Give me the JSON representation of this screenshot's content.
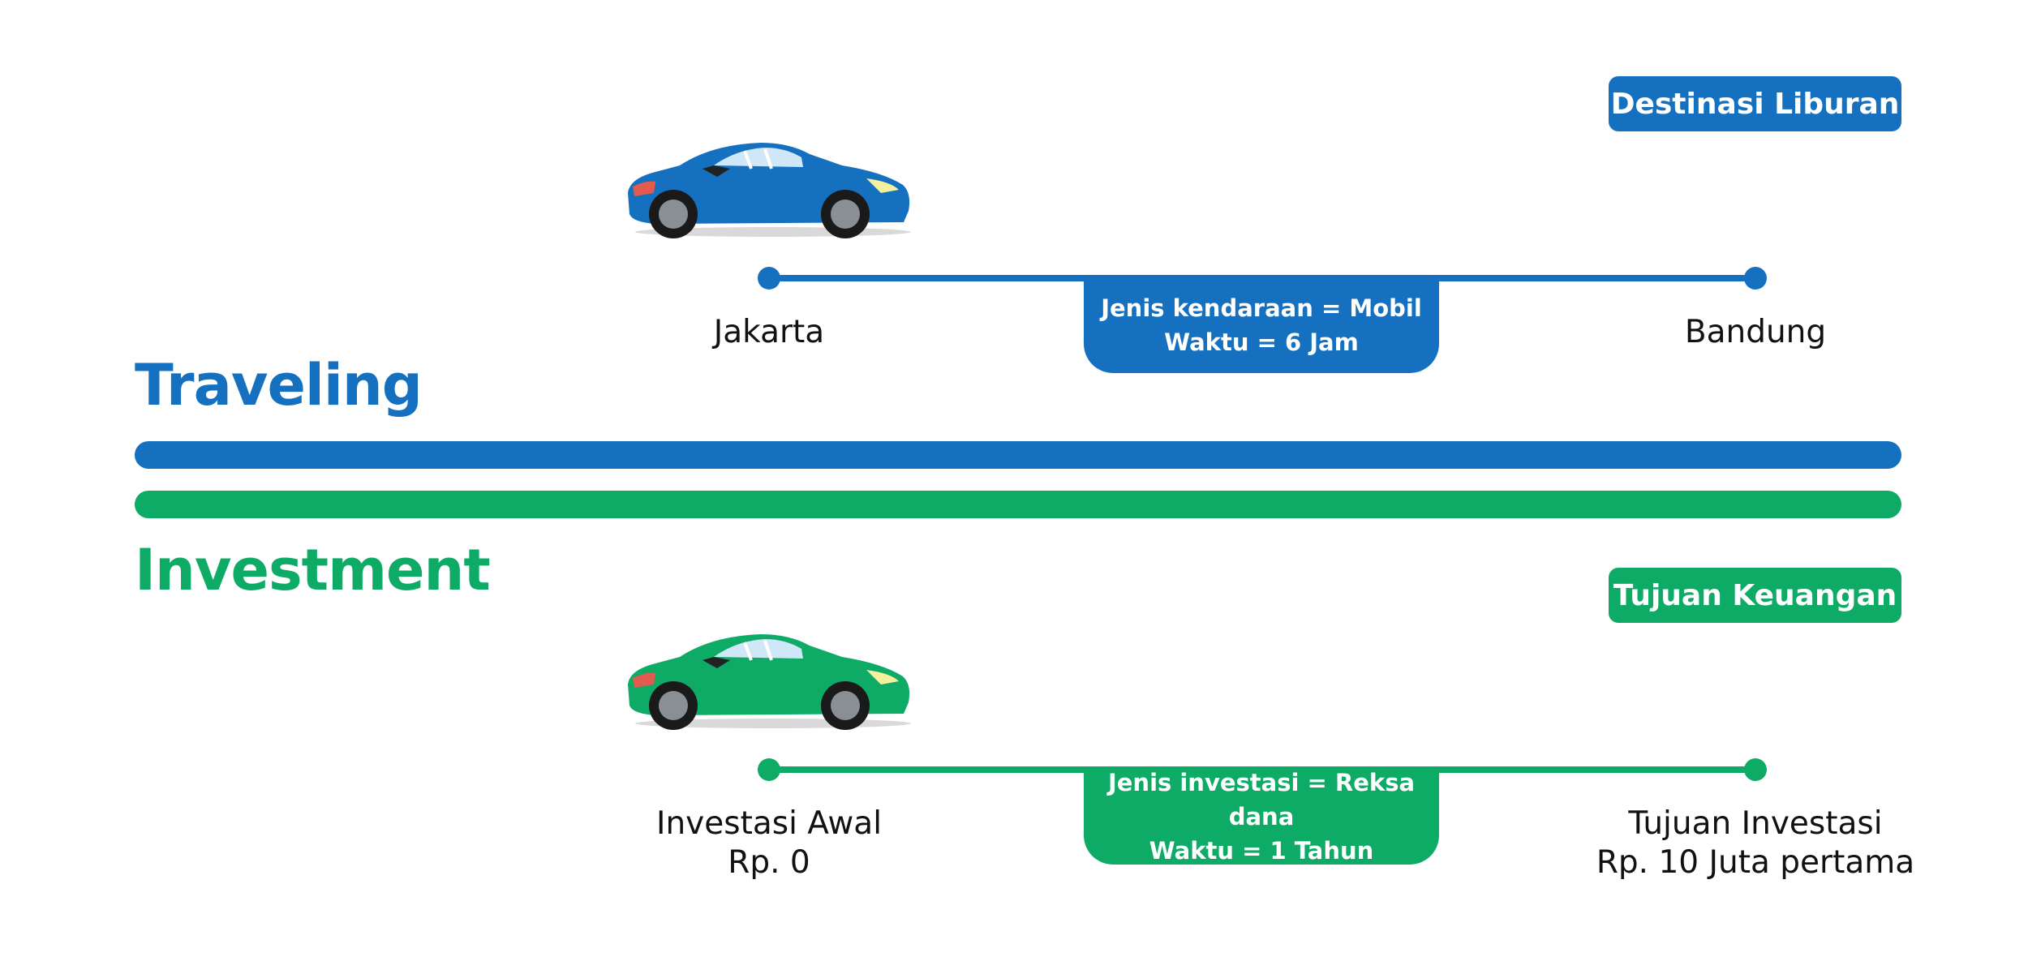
{
  "colors": {
    "blue": "#1571bf",
    "green": "#0eab67",
    "text": "#111111"
  },
  "traveling": {
    "title": "Traveling",
    "badge": "Destinasi Liburan",
    "info": {
      "line1": "Jenis kendaraan = Mobil",
      "line2": "Waktu = 6 Jam"
    },
    "start": {
      "line1": "Jakarta"
    },
    "end": {
      "line1": "Bandung"
    },
    "car_icon": "car-icon"
  },
  "investment": {
    "title": "Investment",
    "badge": "Tujuan Keuangan",
    "info": {
      "line1": "Jenis investasi = Reksa dana",
      "line2": "Waktu = 1 Tahun"
    },
    "start": {
      "line1": "Investasi Awal",
      "line2": "Rp. 0"
    },
    "end": {
      "line1": "Tujuan Investasi",
      "line2": "Rp. 10 Juta pertama"
    },
    "car_icon": "car-icon"
  }
}
